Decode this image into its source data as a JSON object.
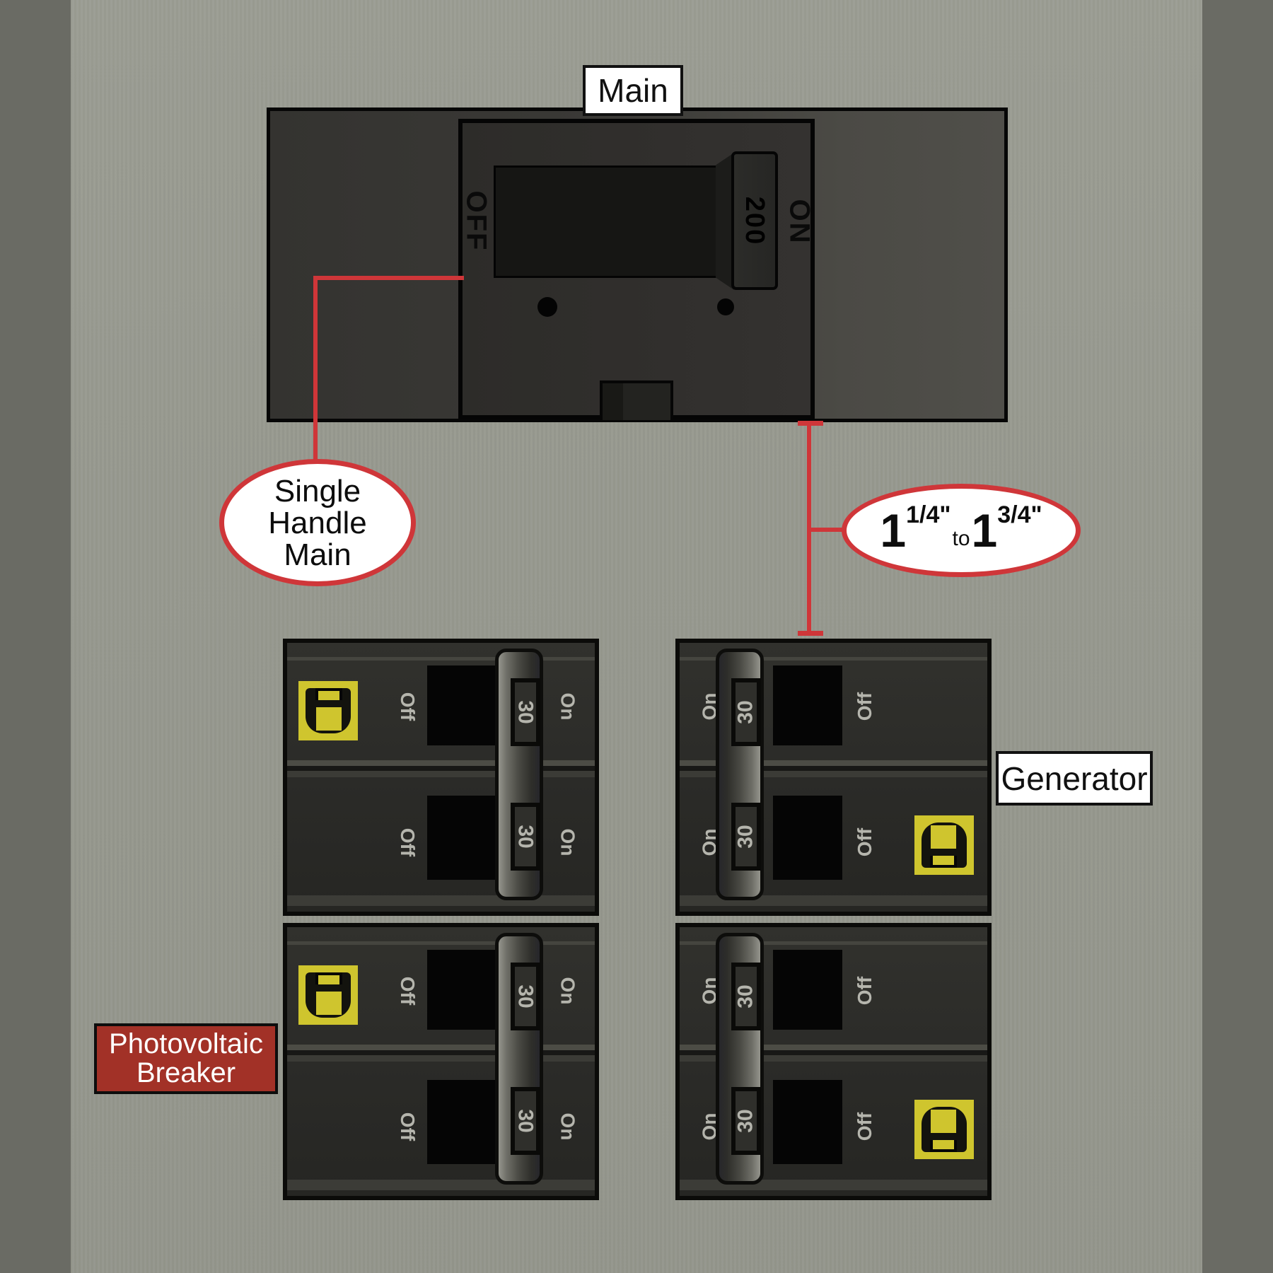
{
  "colors": {
    "background_gray": "#97998f",
    "side_column_gray": "#6a6b64",
    "panel_dark": "#343330",
    "red_accent": "#cf3639",
    "pv_label_red": "#a23127",
    "square_d_yellow": "#cfc52e",
    "breaker_text_gray": "#b5b5ad"
  },
  "main_panel": {
    "label": "Main",
    "off": "OFF",
    "amps": "200",
    "on": "ON"
  },
  "callouts": {
    "single_handle": {
      "line1": "Single",
      "line2": "Handle",
      "line3": "Main"
    },
    "knockout": {
      "value1": "1",
      "frac1": "1/4\"",
      "to": "to",
      "value2": "1",
      "frac2": "3/4\""
    }
  },
  "labels": {
    "generator": "Generator",
    "photovoltaic_line1": "Photovoltaic",
    "photovoltaic_line2": "Breaker"
  },
  "branch_breakers": {
    "off": "Off",
    "on": "On",
    "amps": "30"
  }
}
